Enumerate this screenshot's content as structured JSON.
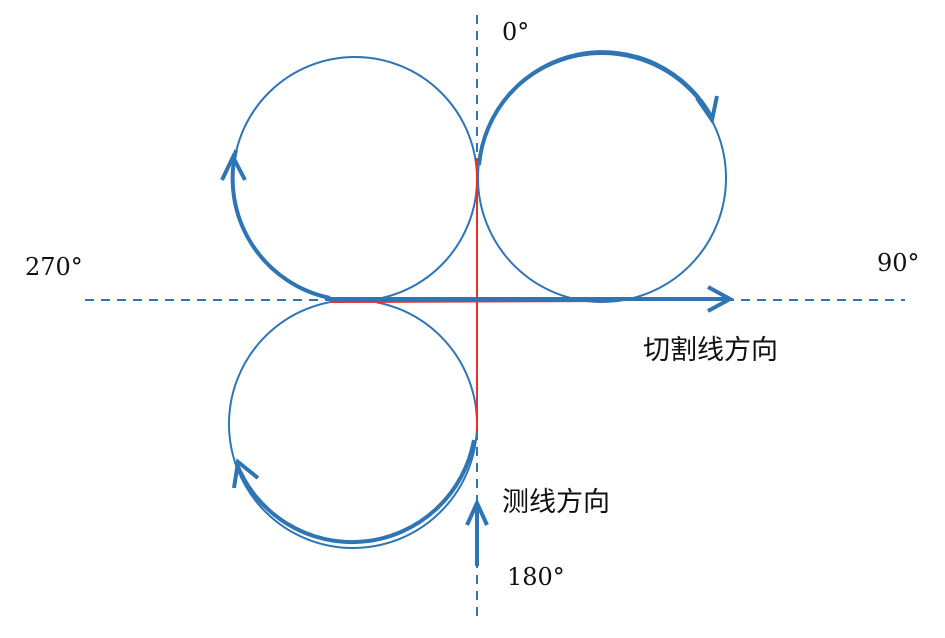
{
  "labels": {
    "angle_0": "0°",
    "angle_90": "90°",
    "angle_180": "180°",
    "angle_270": "270°",
    "cutting_line_direction": "切割线方向",
    "survey_line_direction": "测线方向"
  },
  "colors": {
    "trajectory": "#2e75b6",
    "axis": "#2e75b6",
    "overlap": "#e8312f"
  }
}
